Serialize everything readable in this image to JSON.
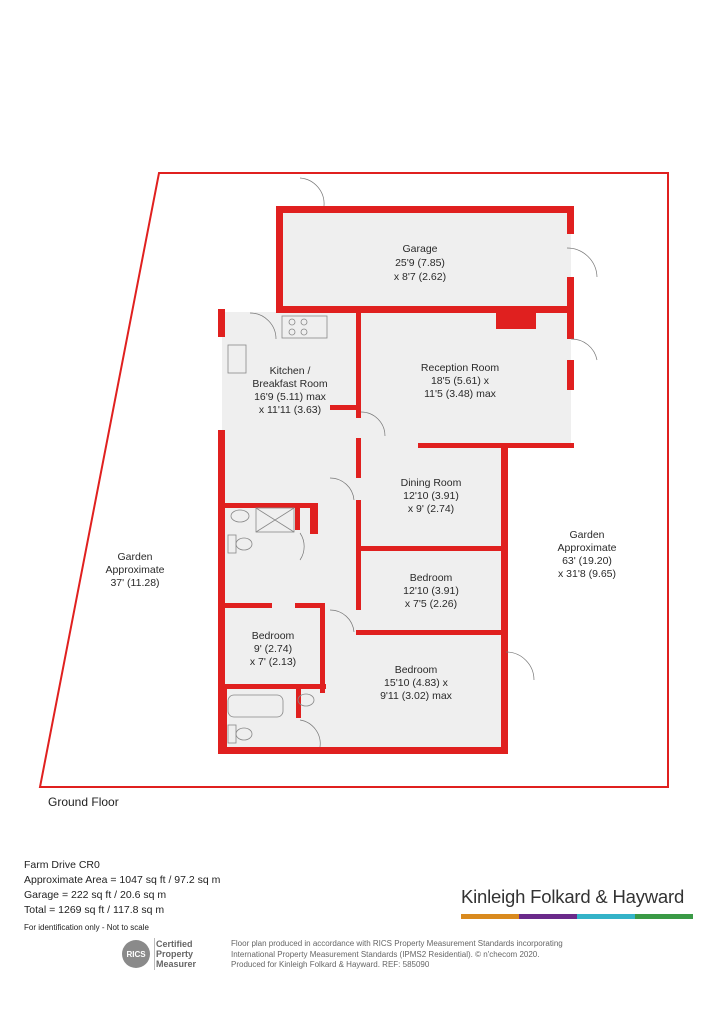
{
  "rooms": {
    "garage": {
      "name": "Garage",
      "dim1": "25'9 (7.85)",
      "dim2": "x 8'7 (2.62)"
    },
    "kitchen": {
      "name": "Kitchen /",
      "name2": "Breakfast Room",
      "dim1": "16'9 (5.11) max",
      "dim2": "x 11'11 (3.63)"
    },
    "reception": {
      "name": "Reception Room",
      "dim1": "18'5 (5.61) x",
      "dim2": "11'5 (3.48) max"
    },
    "dining": {
      "name": "Dining Room",
      "dim1": "12'10 (3.91)",
      "dim2": "x 9' (2.74)"
    },
    "bedroom1": {
      "name": "Bedroom",
      "dim1": "12'10 (3.91)",
      "dim2": "x 7'5 (2.26)"
    },
    "bedroom2": {
      "name": "Bedroom",
      "dim1": "9' (2.74)",
      "dim2": "x 7' (2.13)"
    },
    "bedroom3": {
      "name": "Bedroom",
      "dim1": "15'10 (4.83) x",
      "dim2": "9'11 (3.02) max"
    },
    "garden_left": {
      "name": "Garden",
      "line2": "Approximate",
      "line3": "37' (11.28)"
    },
    "garden_right": {
      "name": "Garden",
      "line2": "Approximate",
      "line3": "63' (19.20)",
      "line4": "x 31'8 (9.65)"
    }
  },
  "floor_label": "Ground Floor",
  "info": {
    "address": "Farm Drive  CR0",
    "area": "Approximate Area = 1047 sq ft / 97.2 sq m",
    "garage": "Garage = 222 sq ft / 20.6 sq m",
    "total": "Total = 1269 sq ft / 117.8 sq m",
    "note": "For identification only - Not to scale"
  },
  "brand": {
    "name": "Kinleigh Folkard & Hayward",
    "colors": [
      "#d98a1e",
      "#6a2a8a",
      "#34b3c8",
      "#3a9a46"
    ]
  },
  "rics": {
    "abbr": "RICS",
    "line1": "Certified",
    "line2": "Property",
    "line3": "Measurer"
  },
  "disclaimer": {
    "line1": "Floor plan produced in accordance with RICS Property Measurement Standards incorporating",
    "line2": "International Property Measurement Standards (IPMS2 Residential).  © n'checom 2020.",
    "line3": "Produced for Kinleigh Folkard & Hayward.   REF: 585090"
  },
  "colors": {
    "wall": "#e0201f",
    "floor": "#efefef",
    "text": "#2a2a2a"
  }
}
